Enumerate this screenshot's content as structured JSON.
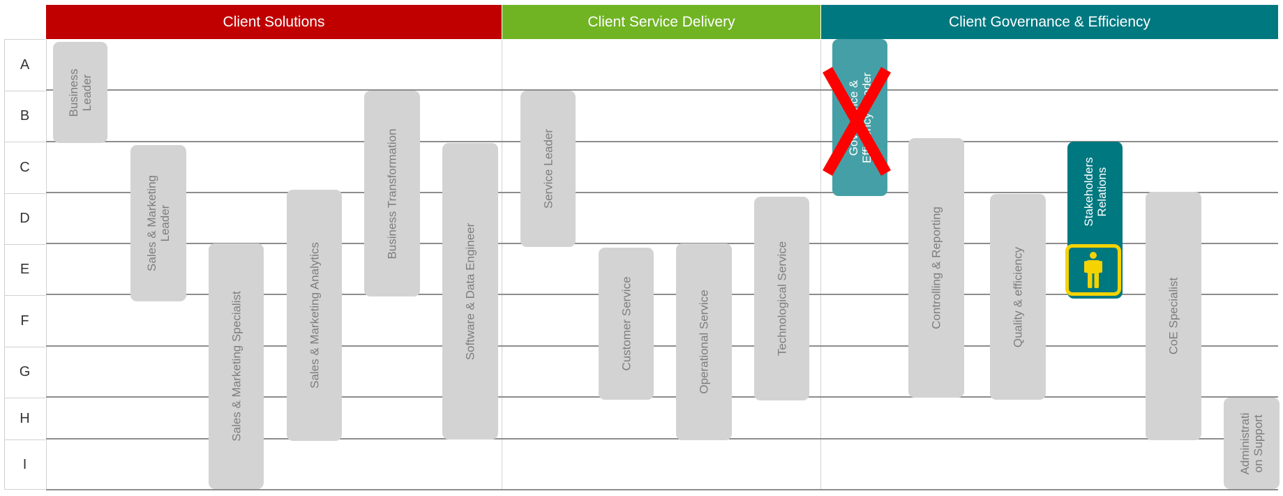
{
  "headers": [
    {
      "label": "Client Solutions",
      "color": "#c00000"
    },
    {
      "label": "Client Service Delivery",
      "color": "#70b424"
    },
    {
      "label": "Client Governance & Efficiency",
      "color": "#007880"
    }
  ],
  "rows": [
    "A",
    "B",
    "C",
    "D",
    "E",
    "F",
    "G",
    "H",
    "I"
  ],
  "roles": [
    {
      "id": "business-leader",
      "text": "Business\nLeader",
      "style": "grey"
    },
    {
      "id": "sales-marketing-leader",
      "text": "Sales & Marketing\nLeader",
      "style": "grey"
    },
    {
      "id": "sales-marketing-specialist",
      "text": "Sales & Marketing Specialist",
      "style": "grey"
    },
    {
      "id": "sales-marketing-analytics",
      "text": "Sales & Marketing Analytics",
      "style": "grey"
    },
    {
      "id": "business-transformation",
      "text": "Business Transformation",
      "style": "grey"
    },
    {
      "id": "software-data-engineer",
      "text": "Software & Data Engineer",
      "style": "grey"
    },
    {
      "id": "service-leader",
      "text": "Service Leader",
      "style": "grey"
    },
    {
      "id": "customer-service",
      "text": "Customer Service",
      "style": "grey"
    },
    {
      "id": "operational-service",
      "text": "Operational Service",
      "style": "grey"
    },
    {
      "id": "technological-service",
      "text": "Technological Service",
      "style": "grey"
    },
    {
      "id": "governance-efficiency-leader",
      "text": "Governance &\nEfficiency Leader",
      "style": "teal-faded",
      "crossed_out": true
    },
    {
      "id": "controlling-reporting",
      "text": "Controlling & Reporting",
      "style": "grey"
    },
    {
      "id": "quality-efficiency",
      "text": "Quality & efficiency",
      "style": "grey"
    },
    {
      "id": "stakeholders-relations",
      "text": "Stakeholders\nRelations",
      "style": "teal",
      "highlighted": true
    },
    {
      "id": "coe-specialist",
      "text": "CoE Specialist",
      "style": "grey"
    },
    {
      "id": "administration-support",
      "text": "Administrati\non Support",
      "style": "grey"
    }
  ],
  "icons": {
    "cross": "cross-icon",
    "person": "person-icon"
  },
  "colors": {
    "role_grey": "#d3d3d3",
    "role_text": "#7d7d7d",
    "teal": "#007880",
    "highlight": "#f5d300",
    "cross": "#ff0000"
  }
}
